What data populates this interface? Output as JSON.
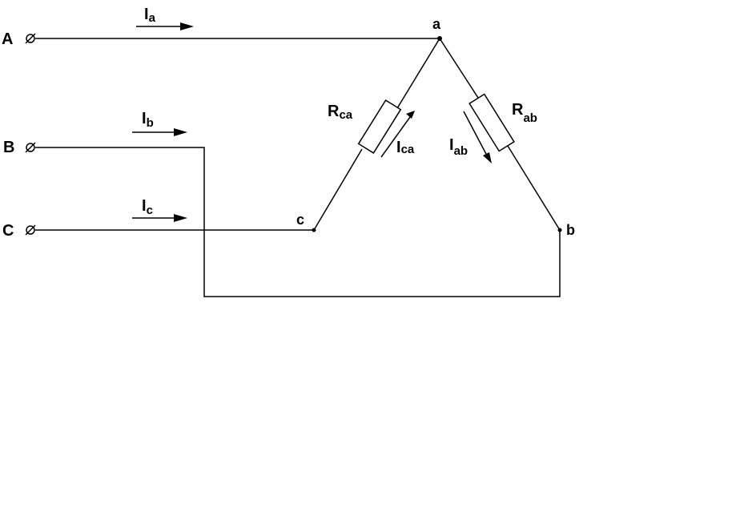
{
  "terminals": {
    "A": "A",
    "B": "B",
    "C": "C"
  },
  "nodes": {
    "a": "a",
    "b": "b",
    "c": "c"
  },
  "line_currents": {
    "a": {
      "symbol": "I",
      "subscript": "a"
    },
    "b": {
      "symbol": "I",
      "subscript": "b"
    },
    "c": {
      "symbol": "I",
      "subscript": "c"
    }
  },
  "phase_currents": {
    "ca": {
      "symbol": "I",
      "subscript": "ca"
    },
    "ab": {
      "symbol": "I",
      "subscript": "ab"
    }
  },
  "resistors": {
    "ca": {
      "symbol": "R",
      "subscript": "ca"
    },
    "ab": {
      "symbol": "R",
      "subscript": "ab"
    }
  }
}
